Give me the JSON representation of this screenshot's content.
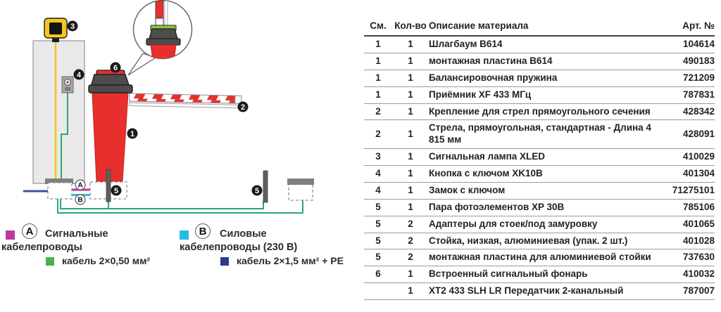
{
  "diagram": {
    "badges": {
      "b1": "1",
      "b2": "2",
      "b3": "3",
      "b4": "4",
      "b5": "5",
      "b6": "6"
    },
    "conduits": {
      "a": "A",
      "b": "B"
    },
    "legend": {
      "a_letter": "A",
      "a_title": "Сигнальные кабелепроводы",
      "a_cable": "кабель 2×0,50 мм²",
      "b_letter": "B",
      "b_title": "Силовые кабелепроводы (230 В)",
      "b_cable": "кабель 2×1,5 мм² + PE"
    },
    "colors": {
      "signal_conduit": "#b83aa2",
      "signal_cable": "#4caf50",
      "power_conduit": "#29b9e8",
      "power_cable": "#2b3a8e",
      "barrier_red": "#e7302e",
      "lamp_yellow": "#f3c71f",
      "cable_green": "#2aa876",
      "flash_green": "#8dc63f"
    }
  },
  "table": {
    "headers": [
      "См.",
      "Кол-во",
      "Описание материала",
      "Арт. №"
    ],
    "rows": [
      [
        "1",
        "1",
        "Шлагбаум B614",
        "104614"
      ],
      [
        "1",
        "1",
        "монтажная пластина B614",
        "490183"
      ],
      [
        "1",
        "1",
        "Балансировочная пружина",
        "721209"
      ],
      [
        "1",
        "1",
        "Приёмник XF 433 МГц",
        "787831"
      ],
      [
        "2",
        "1",
        "Крепление для стрел прямоугольного сечения",
        "428342"
      ],
      [
        "2",
        "1",
        "Стрела, прямоугольная, стандартная - Длина 4 815 мм",
        "428091"
      ],
      [
        "3",
        "1",
        "Сигнальная лампа XLED",
        "410029"
      ],
      [
        "4",
        "1",
        "Кнопка с ключом XK10B",
        "401304"
      ],
      [
        "4",
        "1",
        "Замок с ключом",
        "71275101"
      ],
      [
        "5",
        "1",
        "Пара фотоэлементов XP 30B",
        "785106"
      ],
      [
        "5",
        "2",
        "Адаптеры для стоек/под замуровку",
        "401065"
      ],
      [
        "5",
        "2",
        "Стойка, низкая, алюминиевая (упак. 2 шт.)",
        "401028"
      ],
      [
        "5",
        "2",
        "монтажная пластина для алюминиевой стойки",
        "737630"
      ],
      [
        "6",
        "1",
        "Встроенный сигнальный фонарь",
        "410032"
      ],
      [
        "",
        "1",
        "XT2 433 SLH LR Передатчик 2-канальный",
        "787007"
      ]
    ]
  }
}
